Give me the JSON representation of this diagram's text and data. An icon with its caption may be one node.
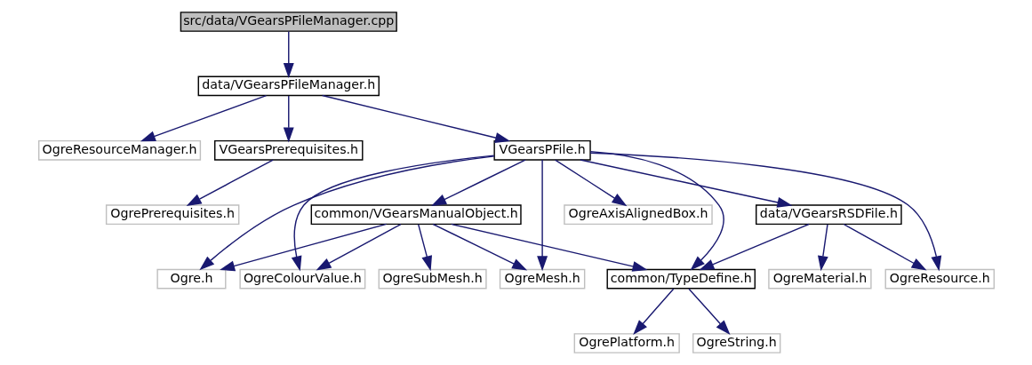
{
  "diagram": {
    "nodes": [
      {
        "text": [
          "src/data/VGearsPFileManager.cpp"
        ]
      },
      {
        "text": [
          "data/VGearsPFileManager.h"
        ]
      },
      {
        "text": [
          "OgreResourceManager.h"
        ]
      },
      {
        "text": [
          "VGearsPrerequisites.h"
        ]
      },
      {
        "text": [
          "VGearsPFile.h"
        ]
      },
      {
        "text": [
          "OgrePrerequisites.h"
        ]
      },
      {
        "text": [
          "common/VGearsManualObject.h"
        ]
      },
      {
        "text": [
          "OgreAxisAlignedBox.h"
        ]
      },
      {
        "text": [
          "data/VGearsRSDFile.h"
        ]
      },
      {
        "text": [
          "Ogre.h"
        ]
      },
      {
        "text": [
          "OgreColourValue.h"
        ]
      },
      {
        "text": [
          "OgreSubMesh.h"
        ]
      },
      {
        "text": [
          "OgreMesh.h"
        ]
      },
      {
        "text": [
          "common/TypeDefine.h"
        ]
      },
      {
        "text": [
          "OgreMaterial.h"
        ]
      },
      {
        "text": [
          "OgreResource.h"
        ]
      },
      {
        "text": [
          "OgrePlatform.h"
        ]
      },
      {
        "text": [
          "OgreString.h"
        ]
      }
    ],
    "edges": [
      {
        "from": 0,
        "to": 1,
        "arrow": "to"
      },
      {
        "from": 1,
        "to": 2,
        "arrow": "to"
      },
      {
        "from": 1,
        "to": 3,
        "arrow": "to"
      },
      {
        "from": 1,
        "to": 4,
        "arrow": "to"
      },
      {
        "from": 3,
        "to": 5,
        "arrow": "to"
      },
      {
        "from": 4,
        "to": 9,
        "arrow": "to"
      },
      {
        "from": 4,
        "to": 10,
        "arrow": "to"
      },
      {
        "from": 4,
        "to": 6,
        "arrow": "to"
      },
      {
        "from": 4,
        "to": 12,
        "arrow": "to"
      },
      {
        "from": 4,
        "to": 13,
        "arrow": "to"
      },
      {
        "from": 4,
        "to": 7,
        "arrow": "to"
      },
      {
        "from": 4,
        "to": 8,
        "arrow": "to"
      },
      {
        "from": 4,
        "to": 15,
        "arrow": "to"
      },
      {
        "from": 6,
        "to": 9,
        "arrow": "to"
      },
      {
        "from": 6,
        "to": 10,
        "arrow": "to"
      },
      {
        "from": 6,
        "to": 11,
        "arrow": "to"
      },
      {
        "from": 6,
        "to": 12,
        "arrow": "to"
      },
      {
        "from": 6,
        "to": 13,
        "arrow": "to"
      },
      {
        "from": 8,
        "to": 13,
        "arrow": "to"
      },
      {
        "from": 8,
        "to": 14,
        "arrow": "to"
      },
      {
        "from": 8,
        "to": 15,
        "arrow": "to"
      },
      {
        "from": 13,
        "to": 16,
        "arrow": "to"
      },
      {
        "from": 13,
        "to": 17,
        "arrow": "to"
      }
    ]
  }
}
